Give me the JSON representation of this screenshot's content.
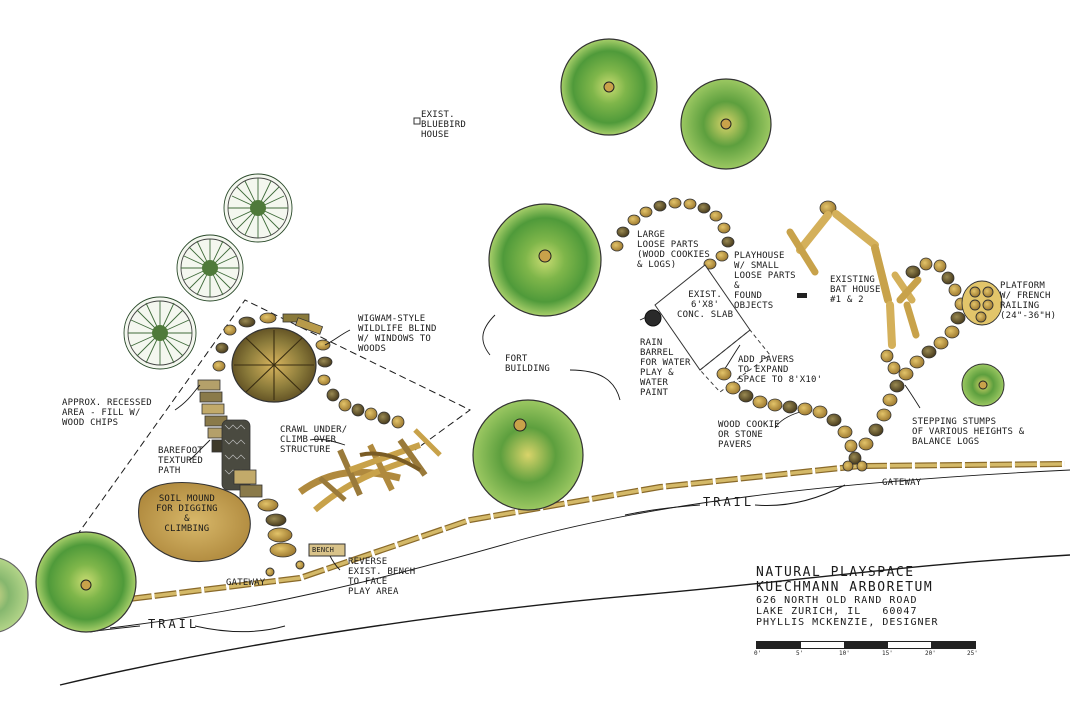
{
  "labels": {
    "bluebird_house": [
      "EXIST.",
      "BLUEBIRD",
      "HOUSE"
    ],
    "wigwam": [
      "WIGWAM-STYLE",
      "WILDLIFE BLIND",
      "W/ WINDOWS TO",
      "WOODS"
    ],
    "recessed_area": [
      "APPROX. RECESSED",
      "AREA - FILL W/",
      "WOOD CHIPS"
    ],
    "barefoot_path": [
      "BAREFOOT",
      "TEXTURED",
      "PATH"
    ],
    "crawl_under": [
      "CRAWL UNDER/",
      "CLIMB OVER",
      "STRUCTURE"
    ],
    "soil_mound": [
      "SOIL MOUND",
      "FOR DIGGING",
      "&",
      "CLIMBING"
    ],
    "gateway_left": "GATEWAY",
    "bench": "BENCH",
    "reverse_bench": [
      "REVERSE",
      "EXIST. BENCH",
      "TO FACE",
      "PLAY AREA"
    ],
    "trail_left": "TRAIL",
    "trail_right": "TRAIL",
    "fort_building": [
      "FORT",
      "BUILDING"
    ],
    "large_loose_parts": [
      "LARGE",
      "LOOSE PARTS",
      "(WOOD COOKIES",
      "& LOGS)"
    ],
    "conc_slab": [
      "EXIST.",
      "6'X8'",
      "CONC. SLAB"
    ],
    "rain_barrel": [
      "RAIN",
      "BARREL",
      "FOR WATER",
      "PLAY &",
      "WATER",
      "PAINT"
    ],
    "playhouse": [
      "PLAYHOUSE",
      "W/ SMALL",
      "LOOSE PARTS",
      "&",
      "FOUND",
      "OBJECTS"
    ],
    "add_pavers": [
      "ADD PAVERS",
      "TO EXPAND",
      "SPACE TO 8'X10'"
    ],
    "bat_house": [
      "EXISTING",
      "BAT HOUSE",
      "#1 & 2"
    ],
    "platform": [
      "PLATFORM",
      "W/ FRENCH",
      "RAILING",
      "(24\"-36\"H)"
    ],
    "wood_cookie": [
      "WOOD COOKIE",
      "OR STONE",
      "PAVERS"
    ],
    "stepping_stumps": [
      "STEPPING STUMPS",
      "OF VARIOUS HEIGHTS &",
      "BALANCE LOGS"
    ],
    "gateway_right": "GATEWAY"
  },
  "title_block": {
    "line1": "NATURAL PLAYSPACE",
    "line2": "KUECHMANN ARBORETUM",
    "line3": "626 NORTH OLD RAND ROAD",
    "line4": "LAKE ZURICH, IL   60047",
    "line5": "PHYLLIS MCKENZIE, DESIGNER"
  },
  "scale_bar": {
    "ticks": [
      "0'",
      "5'",
      "10'",
      "15'",
      "20'",
      "25'"
    ]
  },
  "colors": {
    "tree_green": "#4f9a3a",
    "tree_light": "#a8cf6a",
    "tree_yellow": "#d9c95a",
    "stump_tan": "#c8a24a",
    "stump_dark": "#6b5a2a",
    "mound": "#c9a85a",
    "ink": "#1a1a1a"
  }
}
